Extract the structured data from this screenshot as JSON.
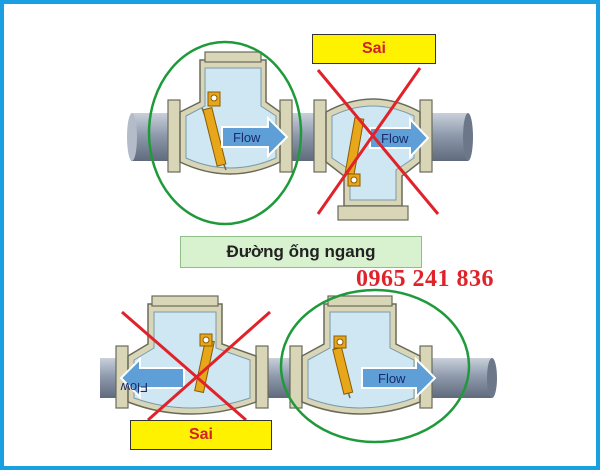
{
  "labels": {
    "wrong_top": "Sai",
    "wrong_bottom": "Sai",
    "caption": "Đường ống ngang",
    "phone": "0965 241 836"
  },
  "flow_labels": {
    "top_left": "Flow",
    "top_right": "Flow",
    "bottom_left": "Flow",
    "bottom_right": "Flow"
  },
  "colors": {
    "border": "#1a9fe0",
    "pipe": "#8f9bad",
    "valve_body": "#d9d6b8",
    "valve_inner": "#cfe7f2",
    "arrow": "#5d9fd6",
    "correct_circle": "#1f9a3a",
    "wrong_cross": "#e0232a",
    "disc": "#e8a71b",
    "label_bg": "#fff200",
    "caption_bg": "#d8f2cf",
    "phone": "#e0232a"
  }
}
